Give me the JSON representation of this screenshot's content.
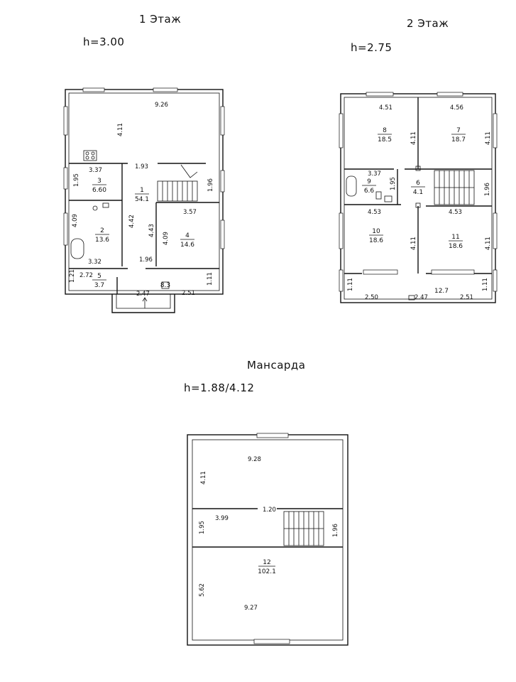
{
  "floor1": {
    "title": "1 Этаж",
    "height": "h=3.00",
    "dims": [
      "9.26",
      "4.11",
      "1.93",
      "3.37",
      "1.95",
      "1.96",
      "3.57",
      "4.09",
      "4.42",
      "4.43",
      "4.09",
      "3.32",
      "1.96",
      "1.11",
      "2.72",
      "1.21",
      "2.47",
      "2.51"
    ],
    "rooms": [
      {
        "num": "1",
        "area": "54.1"
      },
      {
        "num": "2",
        "area": "13.6"
      },
      {
        "num": "3",
        "area": "6.60"
      },
      {
        "num": "4",
        "area": "14.6"
      },
      {
        "num": "5",
        "area": "3.7"
      },
      {
        "num": "",
        "area": "8.3"
      }
    ]
  },
  "floor2": {
    "title": "2 Этаж",
    "height": "h=2.75",
    "dims": [
      "4.51",
      "4.56",
      "4.11",
      "4.11",
      "3.37",
      "1.95",
      "1.96",
      "4.53",
      "4.53",
      "4.11",
      "4.11",
      "1.11",
      "1.11",
      "2.50",
      "2.47",
      "2.51"
    ],
    "rooms": [
      {
        "num": "8",
        "area": "18.5"
      },
      {
        "num": "7",
        "area": "18.7"
      },
      {
        "num": "9",
        "area": "6.6"
      },
      {
        "num": "6",
        "area": "4.1"
      },
      {
        "num": "10",
        "area": "18.6"
      },
      {
        "num": "11",
        "area": "18.6"
      },
      {
        "num": "",
        "area": "12.7"
      }
    ]
  },
  "attic": {
    "title": "Мансарда",
    "height": "h=1.88/4.12",
    "dims": [
      "9.28",
      "4.11",
      "1.20",
      "3.99",
      "1.95",
      "1.96",
      "5.62",
      "9.27"
    ],
    "rooms": [
      {
        "num": "12",
        "area": "102.1"
      }
    ]
  }
}
